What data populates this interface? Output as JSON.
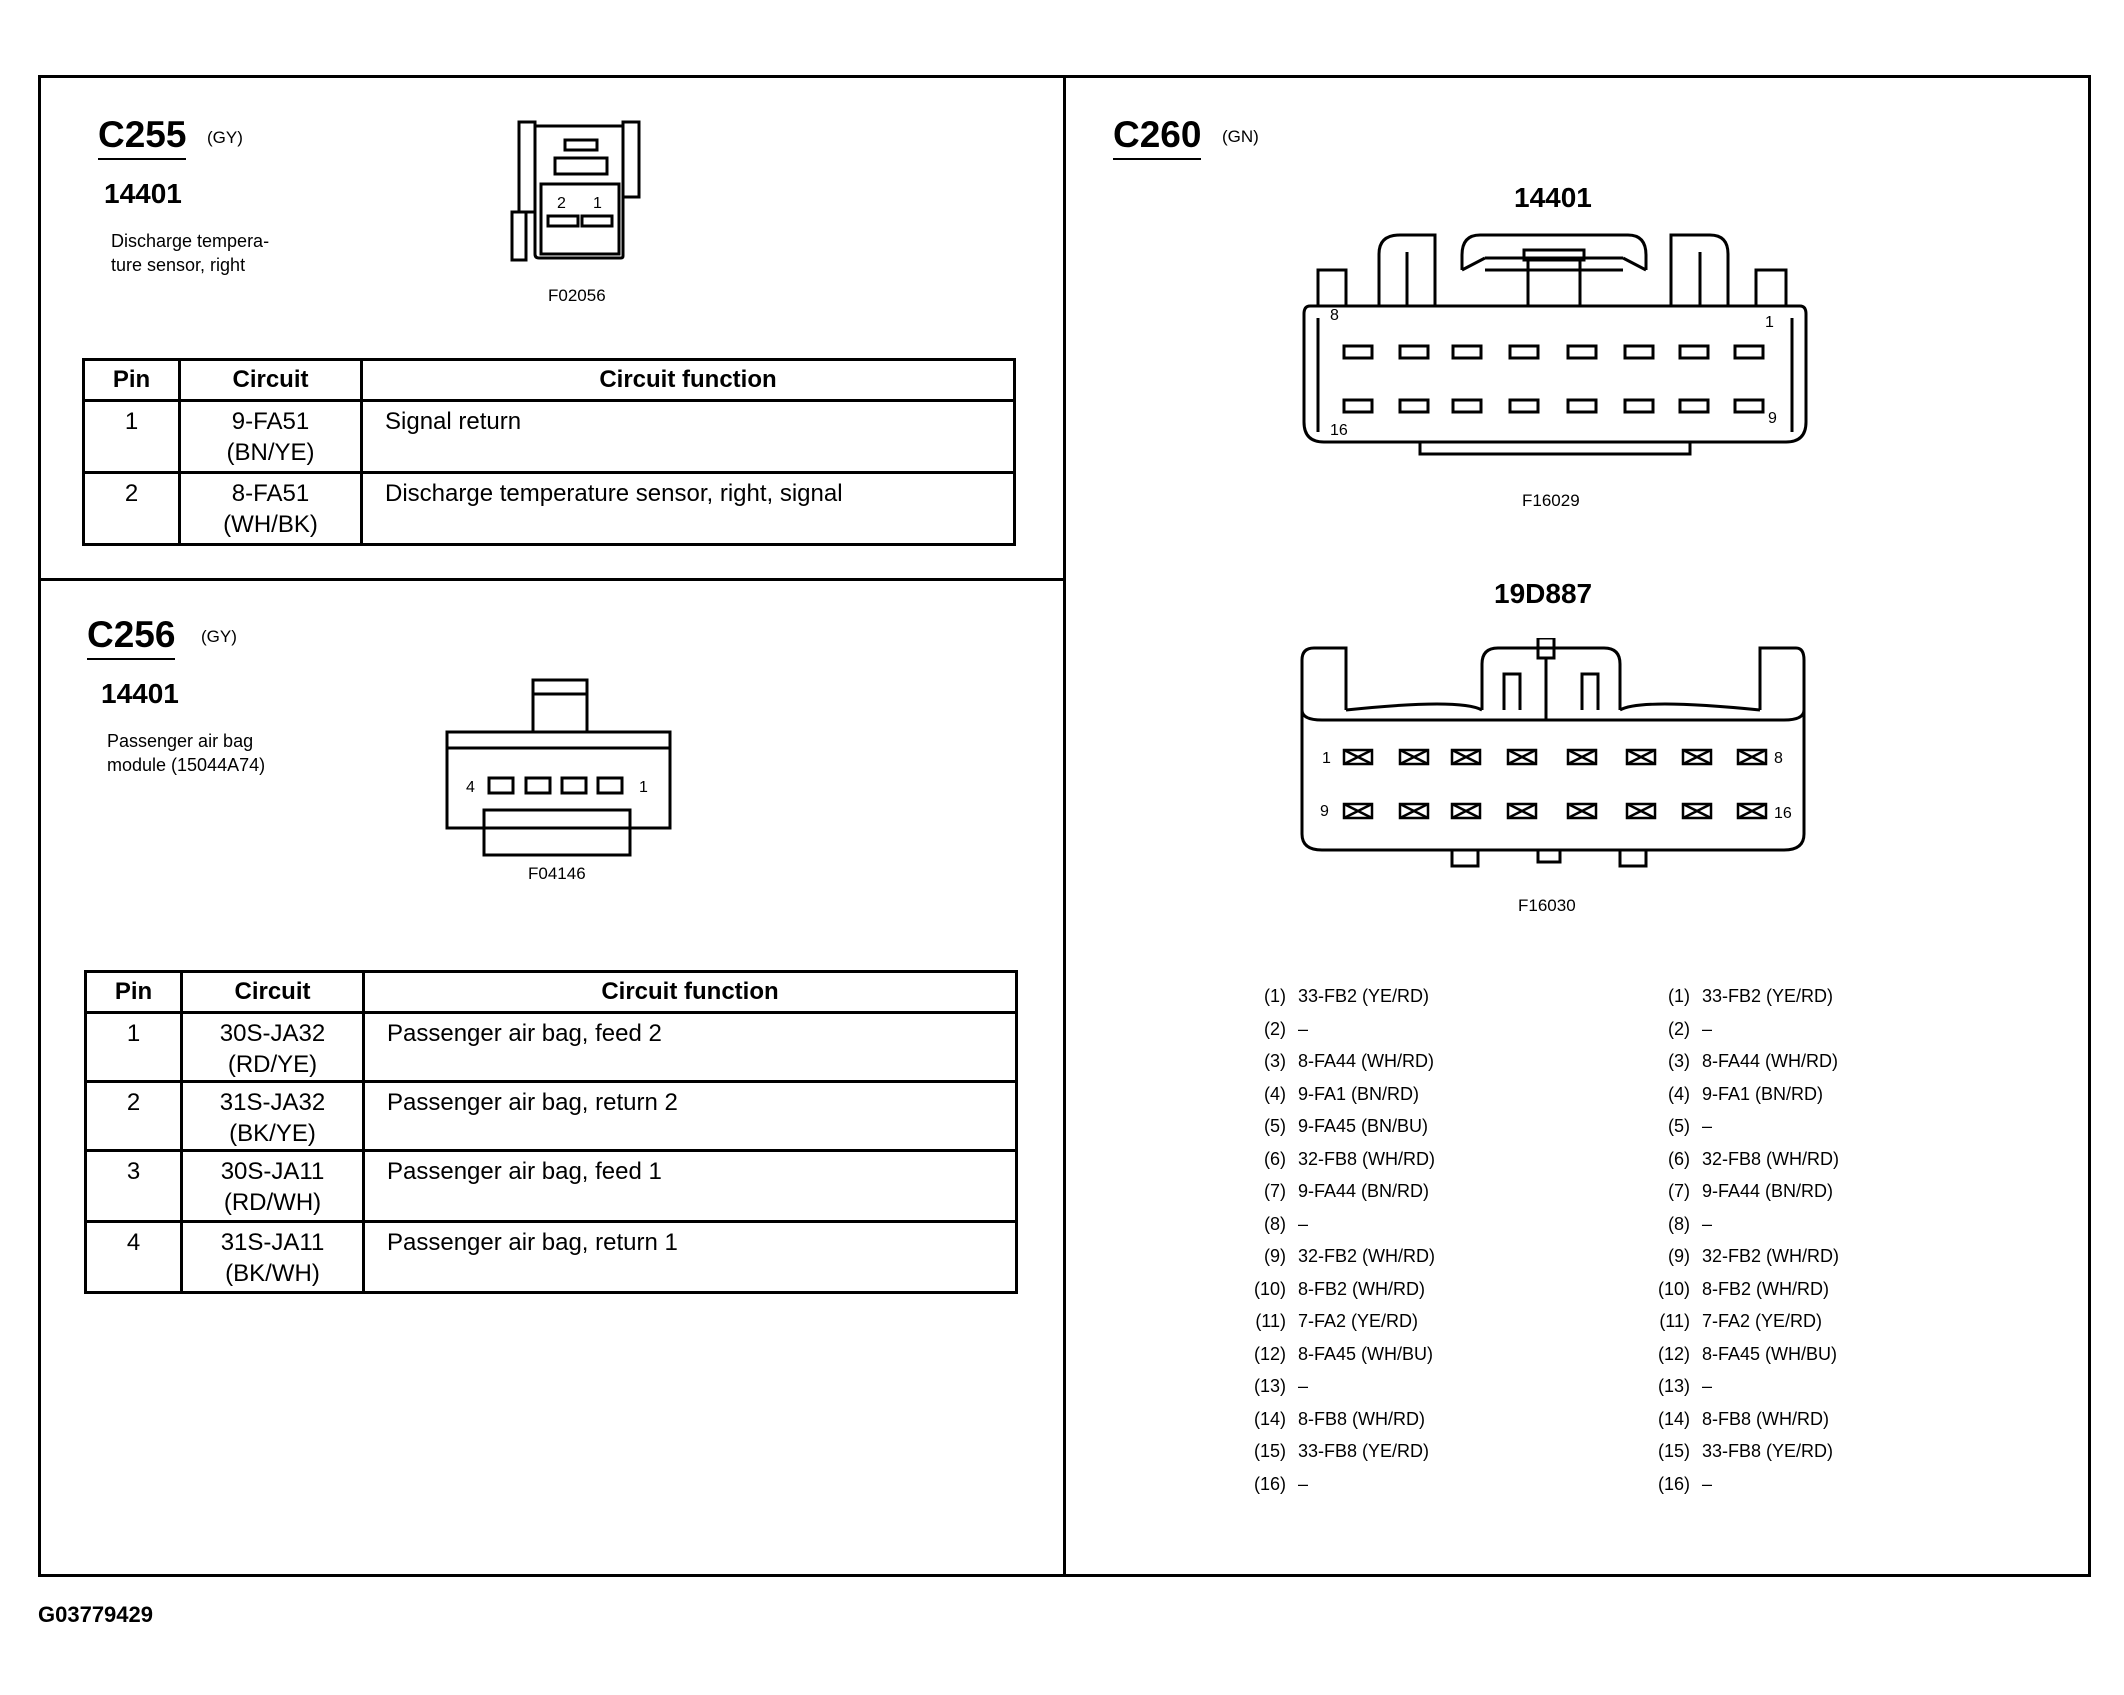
{
  "c255": {
    "name": "C255",
    "color": "(GY)",
    "part": "14401",
    "description": "Discharge tempera-\nture sensor, right",
    "figure": "F02056",
    "pin_labels": [
      "2",
      "1"
    ],
    "headers": [
      "Pin",
      "Circuit",
      "Circuit function"
    ],
    "rows": [
      {
        "pin": "1",
        "circuit": "9-FA51",
        "color": "(BN/YE)",
        "function": "Signal return"
      },
      {
        "pin": "2",
        "circuit": "8-FA51",
        "color": "(WH/BK)",
        "function": "Discharge temperature sensor, right, signal"
      }
    ]
  },
  "c256": {
    "name": "C256",
    "color": "(GY)",
    "part": "14401",
    "description": "Passenger air bag\nmodule (15044A74)",
    "figure": "F04146",
    "pin_labels": [
      "4",
      "1"
    ],
    "headers": [
      "Pin",
      "Circuit",
      "Circuit function"
    ],
    "rows": [
      {
        "pin": "1",
        "circuit": "30S-JA32",
        "color": "(RD/YE)",
        "function": "Passenger air bag, feed 2"
      },
      {
        "pin": "2",
        "circuit": "31S-JA32",
        "color": "(BK/YE)",
        "function": "Passenger air bag, return 2"
      },
      {
        "pin": "3",
        "circuit": "30S-JA11",
        "color": "(RD/WH)",
        "function": "Passenger air bag, feed 1"
      },
      {
        "pin": "4",
        "circuit": "31S-JA11",
        "color": "(BK/WH)",
        "function": "Passenger air bag, return 1"
      }
    ]
  },
  "c260": {
    "name": "C260",
    "color": "(GN)",
    "conn1": {
      "part": "14401",
      "figure": "F16029",
      "pin_labels": [
        "8",
        "1",
        "16",
        "9"
      ]
    },
    "conn2": {
      "part": "19D887",
      "figure": "F16030",
      "pin_labels": [
        "1",
        "8",
        "9",
        "16"
      ]
    },
    "list_left": [
      {
        "n": "(1)",
        "v": "33-FB2 (YE/RD)"
      },
      {
        "n": "(2)",
        "v": "–"
      },
      {
        "n": "(3)",
        "v": "8-FA44 (WH/RD)"
      },
      {
        "n": "(4)",
        "v": "9-FA1 (BN/RD)"
      },
      {
        "n": "(5)",
        "v": "9-FA45 (BN/BU)"
      },
      {
        "n": "(6)",
        "v": "32-FB8 (WH/RD)"
      },
      {
        "n": "(7)",
        "v": "9-FA44 (BN/RD)"
      },
      {
        "n": "(8)",
        "v": "–"
      },
      {
        "n": "(9)",
        "v": "32-FB2 (WH/RD)"
      },
      {
        "n": "(10)",
        "v": "8-FB2 (WH/RD)"
      },
      {
        "n": "(11)",
        "v": "7-FA2 (YE/RD)"
      },
      {
        "n": "(12)",
        "v": "8-FA45 (WH/BU)"
      },
      {
        "n": "(13)",
        "v": "–"
      },
      {
        "n": "(14)",
        "v": "8-FB8 (WH/RD)"
      },
      {
        "n": "(15)",
        "v": "33-FB8 (YE/RD)"
      },
      {
        "n": "(16)",
        "v": "–"
      }
    ],
    "list_right": [
      {
        "n": "(1)",
        "v": "33-FB2 (YE/RD)"
      },
      {
        "n": "(2)",
        "v": "–"
      },
      {
        "n": "(3)",
        "v": "8-FA44 (WH/RD)"
      },
      {
        "n": "(4)",
        "v": "9-FA1 (BN/RD)"
      },
      {
        "n": "(5)",
        "v": "–"
      },
      {
        "n": "(6)",
        "v": "32-FB8 (WH/RD)"
      },
      {
        "n": "(7)",
        "v": "9-FA44 (BN/RD)"
      },
      {
        "n": "(8)",
        "v": "–"
      },
      {
        "n": "(9)",
        "v": "32-FB2 (WH/RD)"
      },
      {
        "n": "(10)",
        "v": "8-FB2 (WH/RD)"
      },
      {
        "n": "(11)",
        "v": "7-FA2 (YE/RD)"
      },
      {
        "n": "(12)",
        "v": "8-FA45 (WH/BU)"
      },
      {
        "n": "(13)",
        "v": "–"
      },
      {
        "n": "(14)",
        "v": "8-FB8 (WH/RD)"
      },
      {
        "n": "(15)",
        "v": "33-FB8 (YE/RD)"
      },
      {
        "n": "(16)",
        "v": "–"
      }
    ]
  },
  "footer_id": "G03779429"
}
